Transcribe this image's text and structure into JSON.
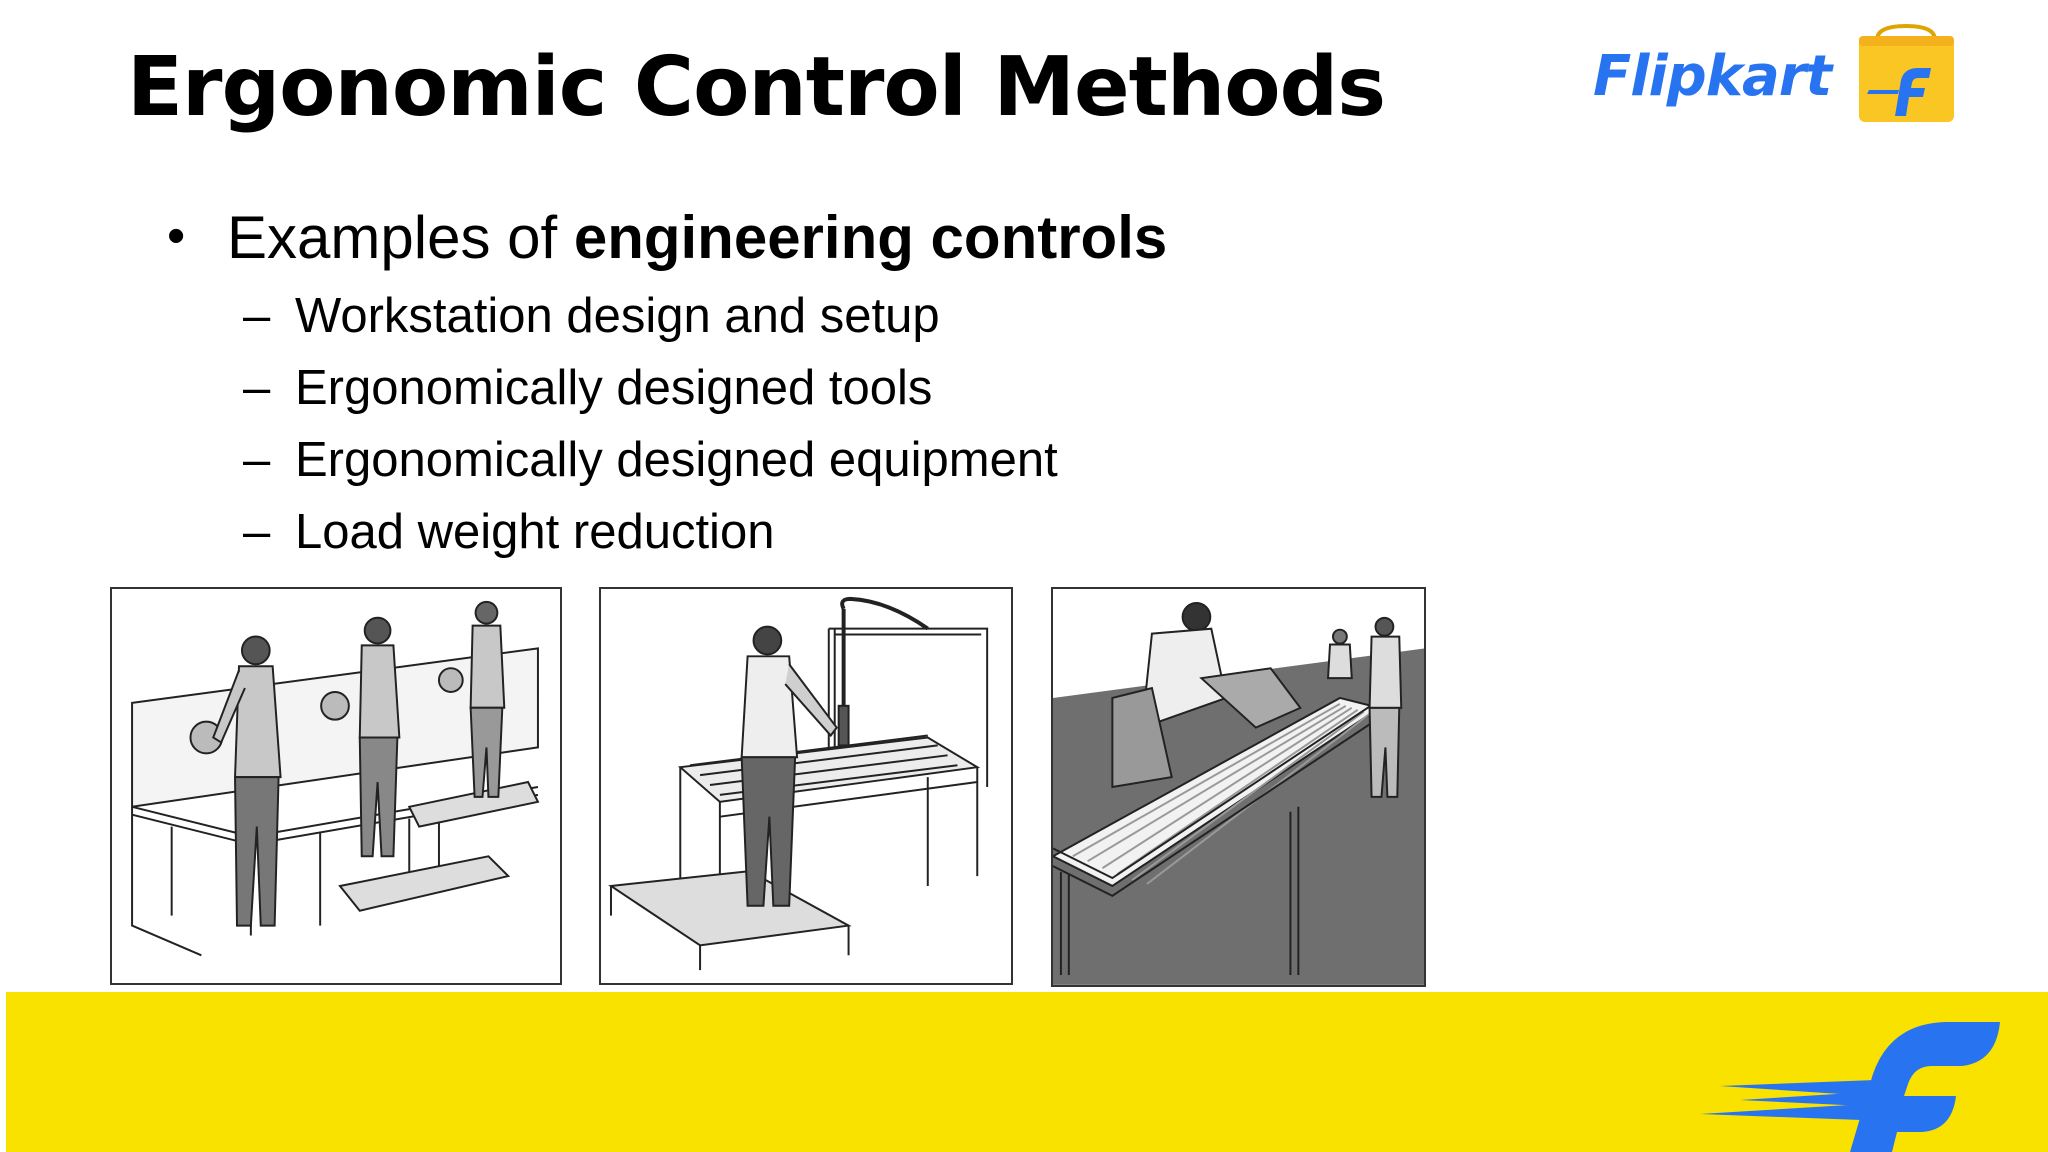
{
  "slide": {
    "title": "Ergonomic Control Methods",
    "logo_text": "Flipkart",
    "bullet": {
      "prefix": "Examples of ",
      "emphasis": "engineering controls"
    },
    "sub_items": [
      "Workstation design and setup",
      "Ergonomically designed tools",
      "Ergonomically designed equipment",
      "Load weight reduction"
    ]
  },
  "illustrations": [
    "workers-at-workbenches-illustration",
    "worker-with-suspended-tool-illustration",
    "roller-conveyor-illustration"
  ],
  "colors": {
    "footer_band": "#f9e100",
    "brand_blue": "#2874f0",
    "logo_bag": "#f9c623"
  }
}
